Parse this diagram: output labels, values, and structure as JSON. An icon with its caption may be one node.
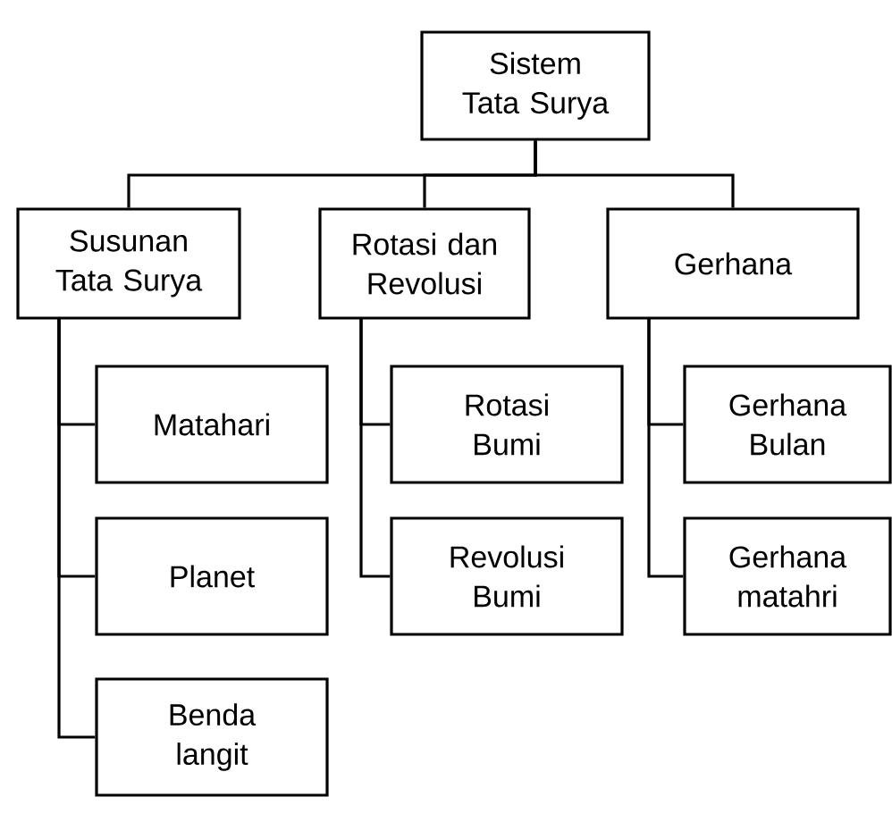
{
  "diagram": {
    "nodes": [
      {
        "text": [
          "Sistem Tata Surya"
        ]
      },
      {
        "text": [
          "Susunan Tata Surya"
        ]
      },
      {
        "text": [
          "Rotasi dan Revolusi"
        ]
      },
      {
        "text": [
          "Gerhana"
        ]
      },
      {
        "text": [
          "Matahari"
        ]
      },
      {
        "text": [
          "Planet"
        ]
      },
      {
        "text": [
          "Benda langit"
        ]
      },
      {
        "text": [
          "Rotasi Bumi"
        ]
      },
      {
        "text": [
          "Revolusi Bumi"
        ]
      },
      {
        "text": [
          "Gerhana Bulan"
        ]
      },
      {
        "text": [
          "Gerhana matahri"
        ]
      }
    ],
    "edges": [
      {
        "from": 0,
        "to": 1,
        "arrow": "none"
      },
      {
        "from": 0,
        "to": 2,
        "arrow": "none"
      },
      {
        "from": 0,
        "to": 3,
        "arrow": "none"
      },
      {
        "from": 1,
        "to": 4,
        "arrow": "none"
      },
      {
        "from": 1,
        "to": 5,
        "arrow": "none"
      },
      {
        "from": 1,
        "to": 6,
        "arrow": "none"
      },
      {
        "from": 2,
        "to": 7,
        "arrow": "none"
      },
      {
        "from": 2,
        "to": 8,
        "arrow": "none"
      },
      {
        "from": 3,
        "to": 9,
        "arrow": "none"
      },
      {
        "from": 3,
        "to": 10,
        "arrow": "none"
      }
    ]
  }
}
